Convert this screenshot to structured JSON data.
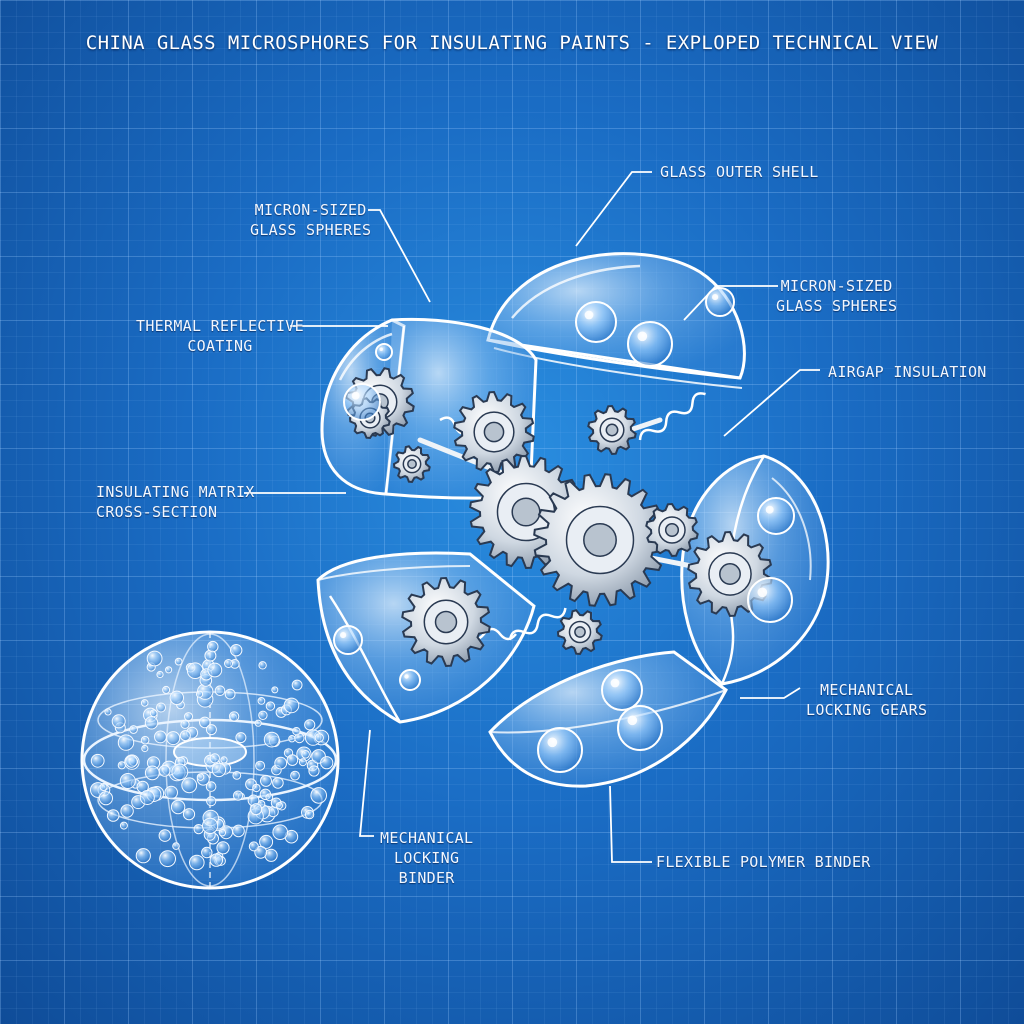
{
  "title": "CHINA GLASS MICROSPHORES FOR INSULATING PAINTS - EXPLOPED TECHNICAL VIEW",
  "callouts": {
    "glass_outer_shell": "GLASS OUTER SHELL",
    "micron_spheres_left": [
      "MICRON-SIZED",
      "GLASS SPHERES"
    ],
    "micron_spheres_right": [
      "MICRON-SIZED",
      "GLASS SPHERES"
    ],
    "thermal_coating": [
      "THERMAL REFLECTIVE",
      "COATING"
    ],
    "airgap": "AIRGAP INSULATION",
    "insulating_matrix": [
      "INSULATING MATRIX",
      "CROSS-SECTION"
    ],
    "locking_gears": [
      "MECHANICAL",
      "LOCKING GEARS"
    ],
    "locking_binder": [
      "MECHANICAL",
      "LOCKING",
      "BINDER"
    ],
    "polymer_binder": "FLEXIBLE POLYMER BINDER"
  },
  "colors": {
    "background": "#1a6cc4",
    "grid": "#a0cdff",
    "line": "#ffffff",
    "glass": "#b9dcff",
    "metal": "#dfe6ee"
  }
}
